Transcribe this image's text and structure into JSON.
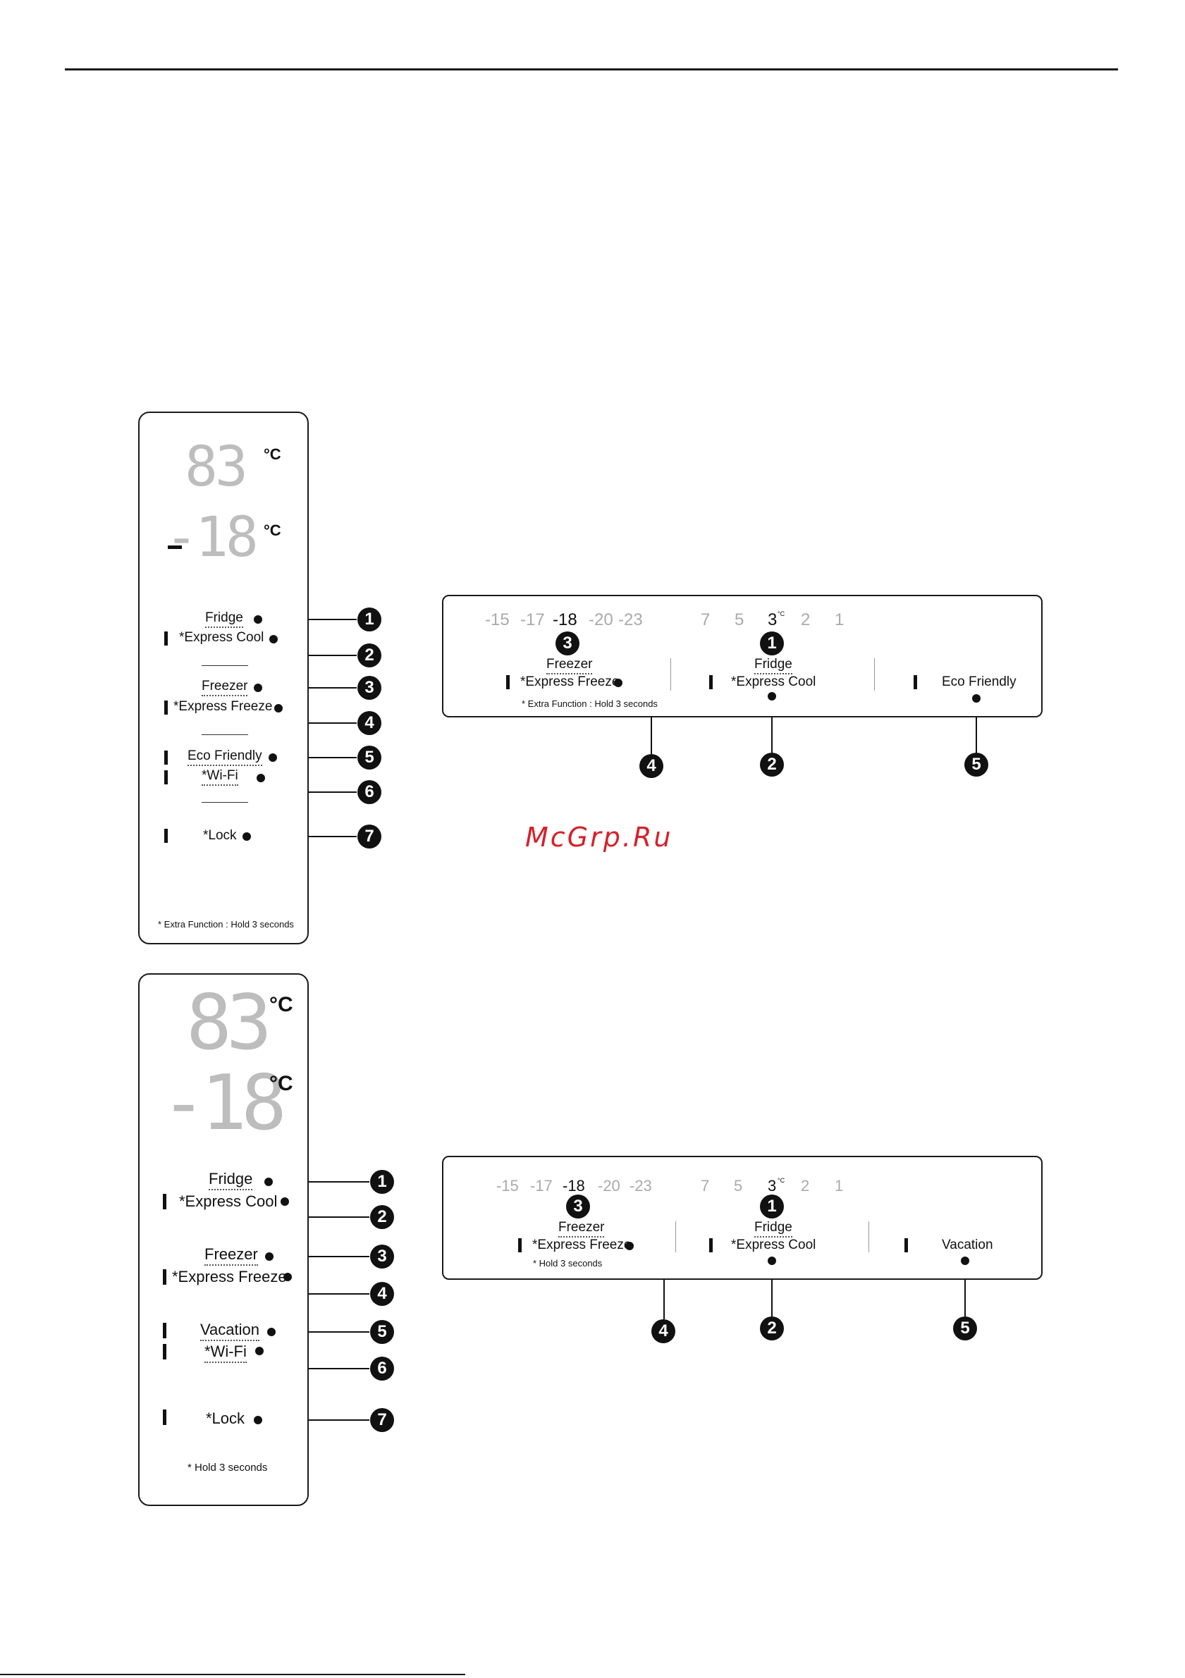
{
  "watermark": "McGrp.Ru",
  "units": {
    "c": "°C",
    "sup_c": "°C"
  },
  "panel1": {
    "display_top": "83",
    "display_bottom": "-18",
    "fridge": "Fridge",
    "express_cool": "*Express Cool",
    "freezer": "Freezer",
    "express_freeze": "*Express Freeze",
    "eco": "Eco Friendly",
    "wifi": "*Wi-Fi",
    "lock": "*Lock",
    "note": "* Extra Function : Hold 3 seconds",
    "badges": [
      "1",
      "2",
      "3",
      "4",
      "5",
      "6",
      "7"
    ]
  },
  "panel2": {
    "temps_freezer": [
      "-15",
      "-17",
      "-18",
      "-20",
      "-23"
    ],
    "temps_fridge": [
      "7",
      "5",
      "3",
      "2",
      "1"
    ],
    "freezer": "Freezer",
    "fridge": "Fridge",
    "express_freeze": "*Express Freeze",
    "express_cool": "*Express Cool",
    "eco": "Eco Friendly",
    "note": "* Extra Function : Hold 3 seconds",
    "badges": [
      "3",
      "1",
      "4",
      "2",
      "5"
    ]
  },
  "panel3": {
    "display_top": "83",
    "display_bottom": "-18",
    "fridge": "Fridge",
    "express_cool": "*Express Cool",
    "freezer": "Freezer",
    "express_freeze": "*Express Freeze",
    "vacation": "Vacation",
    "wifi": "*Wi-Fi",
    "lock": "*Lock",
    "note": "* Hold 3 seconds",
    "badges": [
      "1",
      "2",
      "3",
      "4",
      "5",
      "6",
      "7"
    ]
  },
  "panel4": {
    "temps_freezer": [
      "-15",
      "-17",
      "-18",
      "-20",
      "-23"
    ],
    "temps_fridge": [
      "7",
      "5",
      "3",
      "2",
      "1"
    ],
    "freezer": "Freezer",
    "fridge": "Fridge",
    "express_freeze": "*Express Freeze",
    "express_cool": "*Express Cool",
    "vacation": "Vacation",
    "note": "* Hold 3 seconds",
    "badges": [
      "3",
      "1",
      "4",
      "2",
      "5"
    ]
  }
}
